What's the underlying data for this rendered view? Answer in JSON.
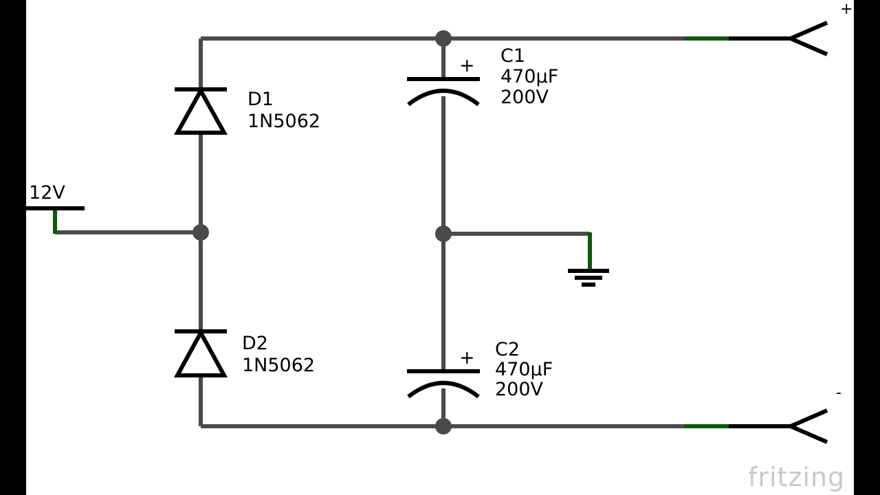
{
  "schematic": {
    "source_label": "12V",
    "d1": {
      "ref": "D1",
      "part": "1N5062"
    },
    "d2": {
      "ref": "D2",
      "part": "1N5062"
    },
    "c1": {
      "ref": "C1",
      "capacitance": "470µF",
      "voltage": "200V",
      "polarity": "+"
    },
    "c2": {
      "ref": "C2",
      "capacitance": "470µF",
      "voltage": "200V",
      "polarity": "+"
    },
    "output_positive": "+",
    "output_negative": "-"
  },
  "brand": "fritzing",
  "colors": {
    "wire": "#4a4a4a",
    "wire_end": "#0a5a0a",
    "symbol": "#000000",
    "background": "#ffffff"
  }
}
